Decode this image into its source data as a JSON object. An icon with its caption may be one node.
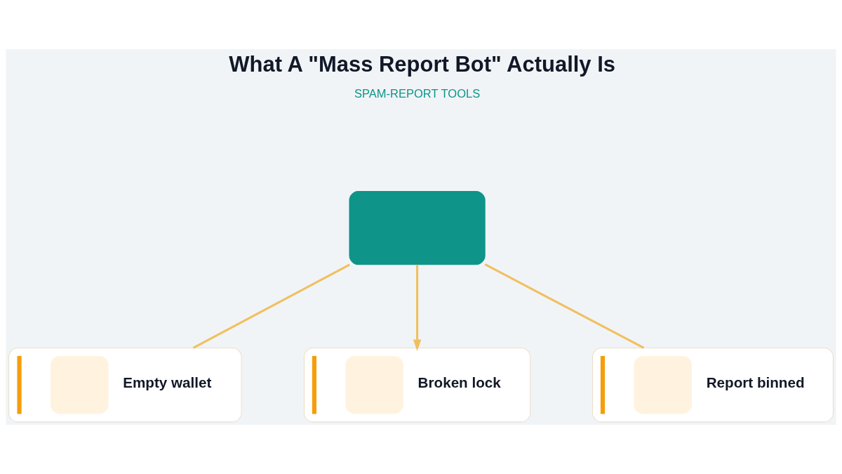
{
  "diagram": {
    "title": "What A \"Mass Report Bot\" Actually Is",
    "nodes": [
      {
        "text": [],
        "shape": "box"
      },
      {
        "text": [
          "Empty wallet"
        ]
      },
      {
        "text": [
          "Broken lock"
        ]
      },
      {
        "text": [
          "Report binned"
        ]
      }
    ],
    "edges": [
      {
        "from": 0,
        "to": 1,
        "arrow": "none"
      },
      {
        "from": 0,
        "to": 2,
        "arrow": "to"
      },
      {
        "from": 0,
        "to": 3,
        "arrow": "none"
      }
    ],
    "labels": [
      "SPAM-REPORT TOOLS"
    ]
  }
}
